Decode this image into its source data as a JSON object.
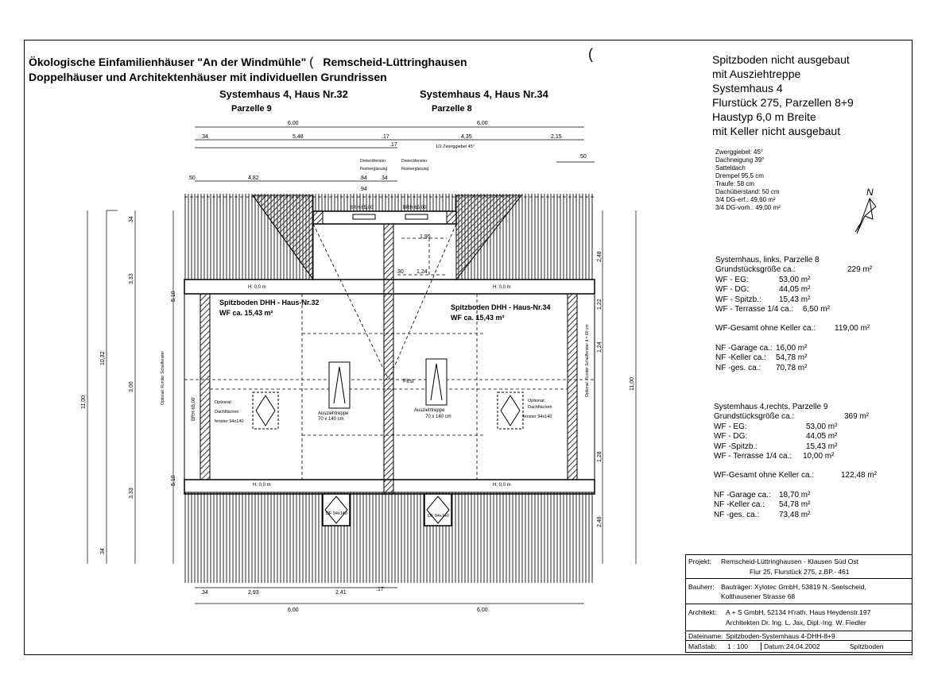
{
  "header": {
    "title_line1_a": "Ökologische Einfamilienhäuser \"An der Windmühle\"",
    "title_line1_b": "Remscheid-Lüttringhausen",
    "title_line2": "Doppelhäuser und Architektenhäuser mit individuellen Grundrissen",
    "house_left": "Systemhaus 4, Haus Nr.32",
    "parcel_left": "Parzelle 9",
    "house_right": "Systemhaus 4, Haus Nr.34",
    "parcel_right": "Parzelle 8"
  },
  "right_title": [
    "Spitzboden nicht ausgebaut",
    "mit Ausziehtreppe",
    "Systemhaus 4",
    "Flurstück 275, Parzellen 8+9",
    "Haustyp 6,0 m Breite",
    "mit Keller nicht ausgebaut"
  ],
  "roof_specs": [
    "Zwerggiebel: 45°",
    "Dachneigung 39°",
    "Satteldach",
    "Drempel 95,5 cm",
    "Traufe: 58 cm",
    "Dachüberstand: 50 cm",
    "3/4 DG-erf.:    49,60 m²",
    "3/4 DG-vorh.: 49,00 m²"
  ],
  "north_label": "N",
  "house_left_areas": {
    "heading": "Systemhaus, links, Parzelle 8",
    "plot_label": "Grundstücksgröße ca.:",
    "plot_value": "229 m²",
    "rows": [
      {
        "label": "WF - EG:",
        "value": "53,00 m²"
      },
      {
        "label": "WF - DG:",
        "value": "44,05 m²"
      },
      {
        "label": "WF - Spitzb.:",
        "value": "15,43 m²"
      },
      {
        "label": "WF - Terrasse 1/4 ca.:",
        "value": "6,50 m²"
      }
    ],
    "total_label": "WF-Gesamt ohne Keller ca.:",
    "total_value": "119,00 m²",
    "nf_rows": [
      {
        "label": "NF -Garage ca.:",
        "value": "16,00 m²"
      },
      {
        "label": "NF -Keller ca.:",
        "value": "54,78 m²"
      },
      {
        "label": "NF -ges. ca.:",
        "value": "70,78 m²"
      }
    ]
  },
  "house_right_areas": {
    "heading": "Systemhaus 4,rechts, Parzelle 9",
    "plot_label": "Grundstücksgröße ca.:",
    "plot_value": "369 m²",
    "rows": [
      {
        "label": "WF - EG:",
        "value": "53,00 m²"
      },
      {
        "label": "WF - DG:",
        "value": "44,05 m²"
      },
      {
        "label": "WF -Spitzb.:",
        "value": "15,43 m²"
      },
      {
        "label": "WF - Terrasse 1/4 ca.:",
        "value": "10,00 m²"
      }
    ],
    "total_label": "WF-Gesamt ohne Keller ca.:",
    "total_value": "122,48 m²",
    "nf_rows": [
      {
        "label": "NF -Garage ca.:",
        "value": "18,70 m²"
      },
      {
        "label": "NF -Keller ca.:",
        "value": "54,78 m²"
      },
      {
        "label": "NF -ges. ca.:",
        "value": "73,48 m²"
      }
    ]
  },
  "plan": {
    "room_left_name": "Spitzboden DHH - Haus-Nr.32",
    "room_left_area": "WF ca. 15,43 m²",
    "room_right_name": "Spitzboden DHH - Haus-Nr.34",
    "room_right_area": "WF ca. 15,43 m²",
    "stair_left_1": "Ausziehtreppe",
    "stair_left_2": "70 x 140 cm",
    "stair_right_1": "Ausziehtreppe",
    "stair_right_2": "70 x 140 cm",
    "opt_left": [
      "Optional:",
      "Dachflächen",
      "fenster 94x140"
    ],
    "opt_right": [
      "Optional:",
      "Dachflächen",
      "fenster 94x140"
    ],
    "df_left": "DF 94x140",
    "df_right": "DF 94x140",
    "first": "First",
    "brh_left": "BRH 65,00",
    "brh_right": "BRH 65,00",
    "brh_side": "BRH 65,00",
    "h_lower_left": "H: 0,0 m",
    "h_lower_right": "H: 0,0 m",
    "h_top_left": "H: 0,0 m",
    "h_top_right": "H: 0,0 m",
    "dreieck_left": [
      "Dreieckfenster",
      "Festverglasung"
    ],
    "dreieck_right": [
      "Dreieckfenster",
      "Festverglasung"
    ],
    "zwerg": "1/2 Zwerggiebel 45°",
    "side_label_left": "Optional: Runder Schallfenster",
    "side_label_right": "Optional: Runder Schallfenster d = 80 cm"
  },
  "dims": {
    "top1": [
      "6,00",
      "6,00"
    ],
    "top2": [
      ".34",
      "5,48",
      ".17",
      ".17",
      "4,35",
      "2,15"
    ],
    "top3": [
      "4,82",
      ".84",
      ".94",
      ".34"
    ],
    "top_small": [
      ".50",
      ".50"
    ],
    "inner": [
      "1,95",
      "1,24",
      ".30"
    ],
    "bottom1": [
      ".34",
      "2,93",
      "2,41",
      ".17"
    ],
    "bottom2": [
      "6,00",
      "6,00"
    ],
    "left_outer": "11,00",
    "left_mid": [
      "5,10",
      "5,10"
    ],
    "left_mid2": "10,32",
    "left_inner": [
      ".34",
      "3,33",
      "3,00",
      "3,33",
      ".34"
    ],
    "right_outer": "11,00",
    "right_inner": [
      "2,48",
      "1,22",
      "1,24",
      "1,28",
      "2,48"
    ]
  },
  "title_block": {
    "projekt_label": "Projekt:",
    "projekt_1": "Remscheid-Lüttringhausen - Klausen Süd Ost",
    "projekt_2": "Flur 25, Flurstück 275, z.BP.- 461",
    "bauherr_label": "Bauherr:",
    "bauherr_1": "Bauträger: Xylotec GmbH, 53819 N.-Seelscheid,",
    "bauherr_2": "Kolthausener Strasse 68",
    "architekt_label": "Architekt:",
    "architekt_1": "A + S  GmbH, 52134 H'rath, Haus Heydenstr.197",
    "architekt_2": "Architekten Dr. Ing.  L. Jax,  Dipl.-Ing.  W. Fiedler",
    "datei_label": "Dateiname:",
    "datei": "Spitzboden-Systemhaus 4-DHH-8+9",
    "mass_label": "Maßstab:",
    "mass": "1 : 100",
    "datum_label": "Datum:",
    "datum": "24.04.2002",
    "blatt": "Spitzboden"
  }
}
